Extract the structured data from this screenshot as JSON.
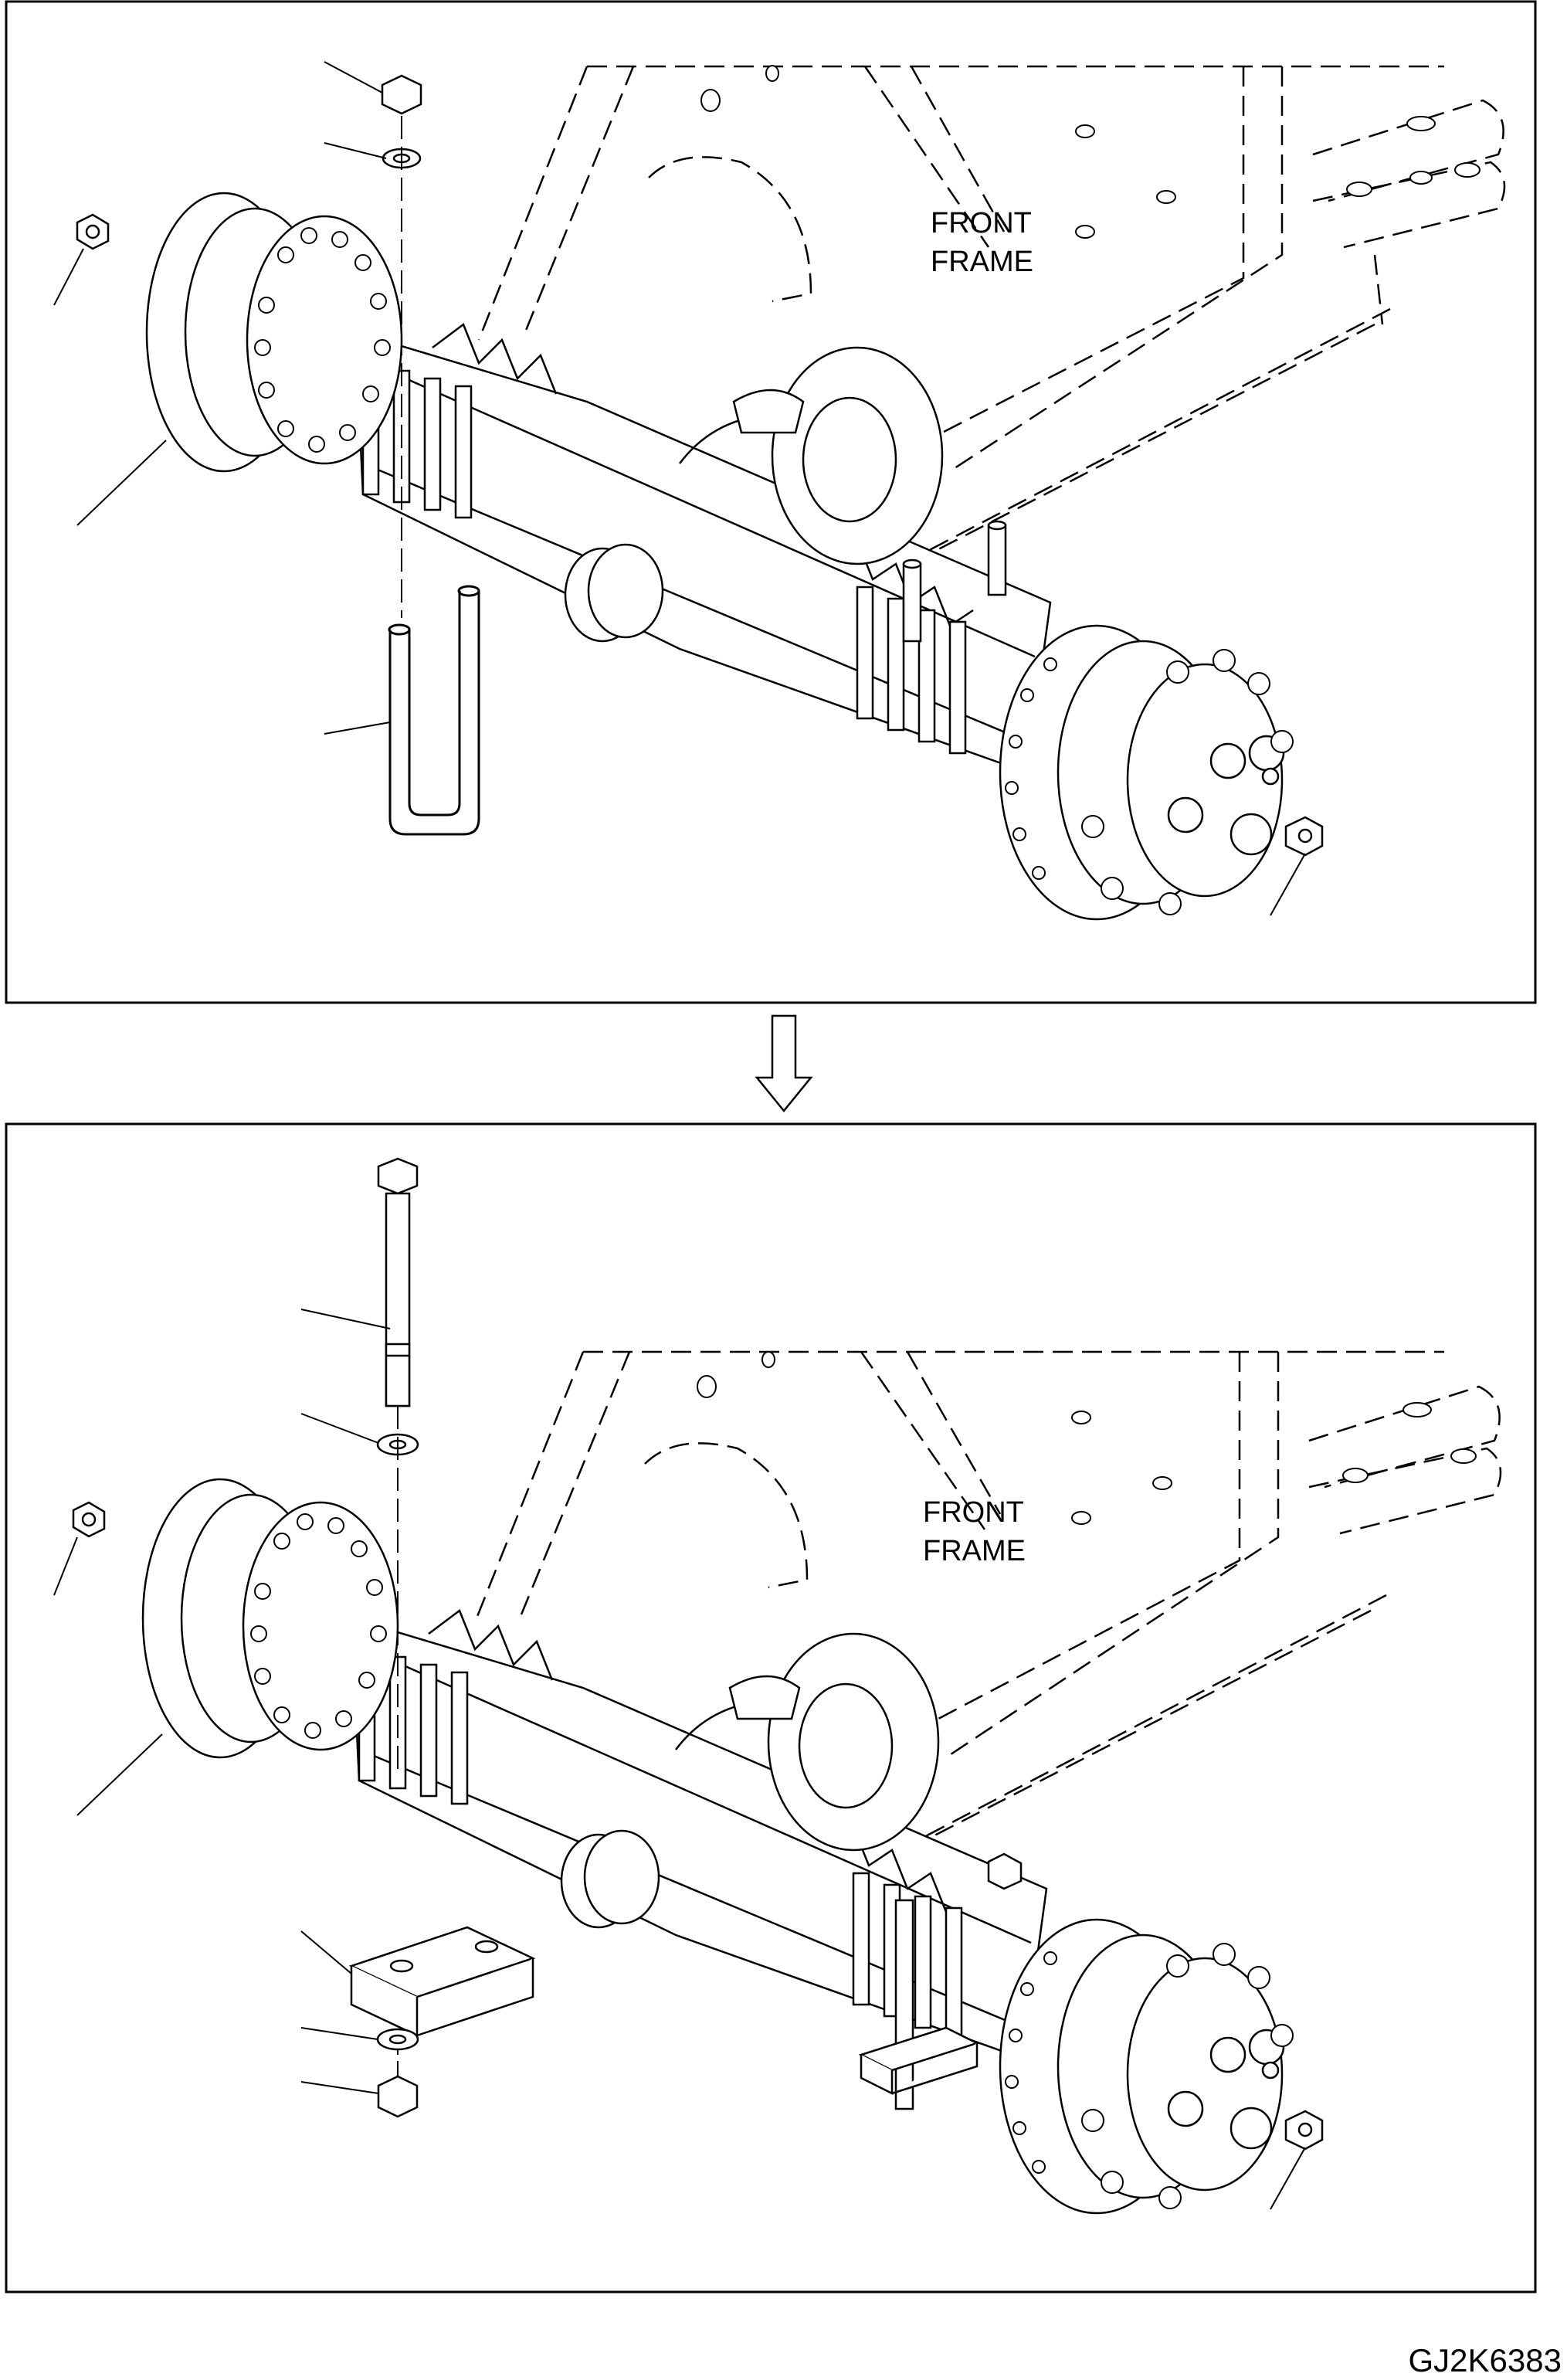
{
  "panels": [
    {
      "label_line1": "FRONT",
      "label_line2": "FRAME"
    },
    {
      "label_line1": "FRONT",
      "label_line2": "FRAME"
    }
  ],
  "drawing_code": "GJ2K6383",
  "colors": {
    "line": "#000000",
    "background": "#ffffff",
    "hidden_line": "#555555"
  },
  "icons": [
    "down-arrow-icon"
  ]
}
